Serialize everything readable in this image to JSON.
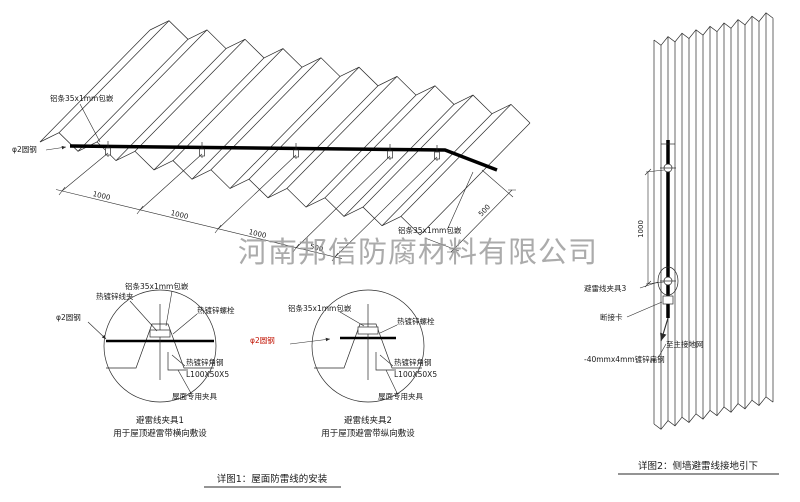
{
  "company_watermark": "河南邦信防腐材料有限公司",
  "roof": {
    "strip_label_top": "铝条35x1mm包嵌",
    "rod_label": "φ2圆钢",
    "strip_label_right": "铝条35x1mm包嵌",
    "dim_1": "1000",
    "dim_2": "1000",
    "dim_3": "1000",
    "dim_4": "500",
    "dim_side": "500"
  },
  "detail1": {
    "label_wire_clip": "热镀锌线夹",
    "label_strip": "铝条35x1mm包嵌",
    "label_bolt": "热镀锌螺栓",
    "label_rod": "φ2圆钢",
    "label_angle": "热镀锌角钢",
    "label_angle_spec": "L100X50X5",
    "label_roof_clamp": "屋面专用夹具",
    "title": "避雷线夹具1",
    "subtitle": "用于屋顶避雷带横向敷设"
  },
  "detail2": {
    "label_strip": "铝条35x1mm包嵌",
    "label_bolt": "热镀锌螺栓",
    "label_rod": "φ2圆钢",
    "label_angle": "热镀锌角钢",
    "label_angle_spec": "L100X50X5",
    "label_roof_clamp": "屋面专用夹具",
    "title": "避雷线夹具2",
    "subtitle": "用于屋顶避雷带纵向敷设"
  },
  "wall": {
    "dim": "1000",
    "label_clamp3": "避雷线夹具3",
    "label_disconnect": "断接卡",
    "label_to_ground": "至主接地网",
    "label_flat_steel": "-40mmx4mm镀锌扁钢"
  },
  "captions": {
    "fig1": "详图1：屋面防雷线的安装",
    "fig2": "详图2：侧墙避雷线接地引下"
  },
  "colors": {
    "line": "#2a2a2a",
    "wire": "#000000",
    "red_label": "#c11100",
    "watermark": "#979797",
    "background": "#ffffff"
  }
}
